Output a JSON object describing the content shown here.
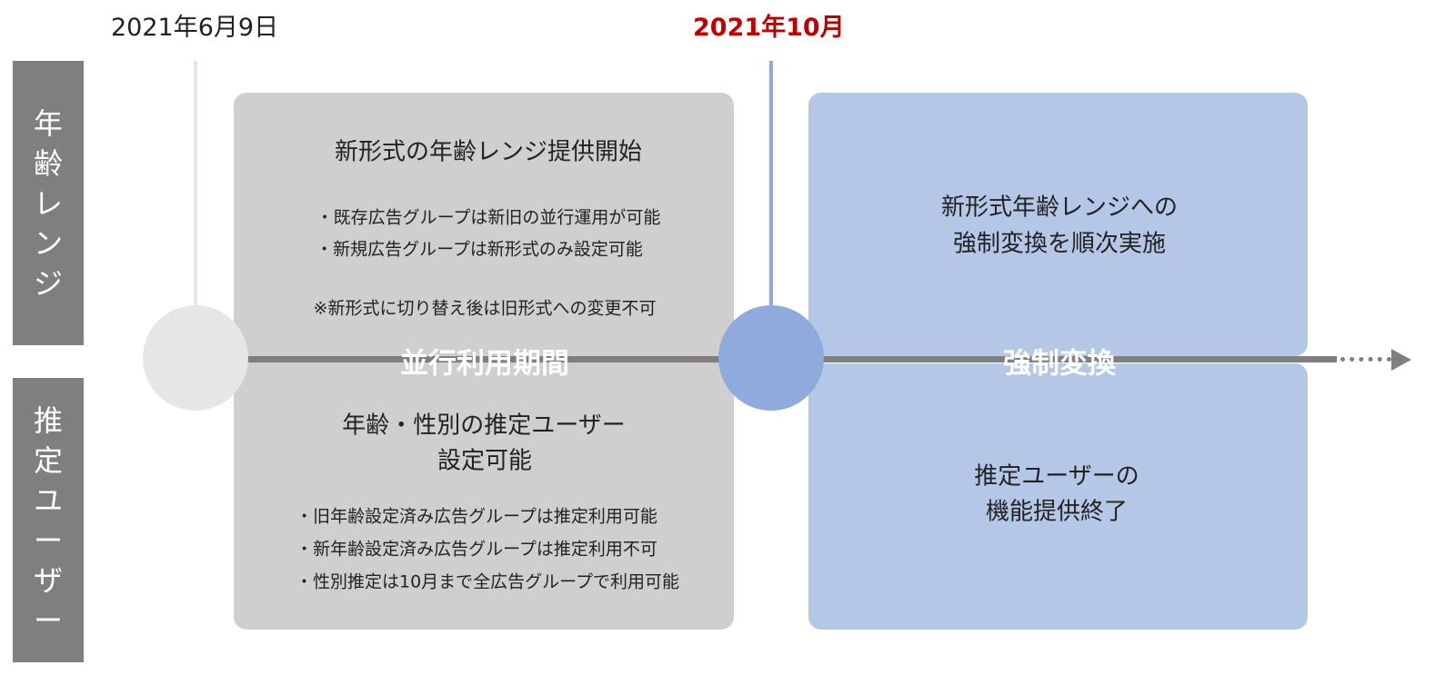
{
  "dates": {
    "start": "2021年6月9日",
    "switch": "2021年10月"
  },
  "rows": {
    "age_range": [
      "年",
      "齢",
      "レ",
      "ン",
      "ジ"
    ],
    "estimated_user": [
      "推",
      "定",
      "ユ",
      "ー",
      "ザ",
      "ー"
    ]
  },
  "parallel": {
    "label": "並行利用期間",
    "top_title": "新形式の年齢レンジ提供開始",
    "top_bullets": [
      "・既存広告グループは新旧の並行運用が可能",
      "・新規広告グループは新形式のみ設定可能"
    ],
    "top_note": "※新形式に切り替え後は旧形式への変更不可",
    "bottom_title": [
      "年齢・性別の推定ユーザー",
      "設定可能"
    ],
    "bottom_bullets": [
      "・旧年齢設定済み広告グループは推定利用可能",
      "・新年齢設定済み広告グループは推定利用不可",
      "・性別推定は10月まで全広告グループで利用可能"
    ]
  },
  "forced": {
    "label": "強制変換",
    "top_title": [
      "新形式年齢レンジへの",
      "強制変換を順次実施"
    ],
    "bottom_title": [
      "推定ユーザーの",
      "機能提供終了"
    ]
  },
  "colors": {
    "gray_box": "#d0cece",
    "blue_box": "#b4c7e7",
    "blue_circle": "#8faadc",
    "gray_circle": "#e6e6e6",
    "line": "#7f7f7f",
    "accent": "#c00000"
  }
}
